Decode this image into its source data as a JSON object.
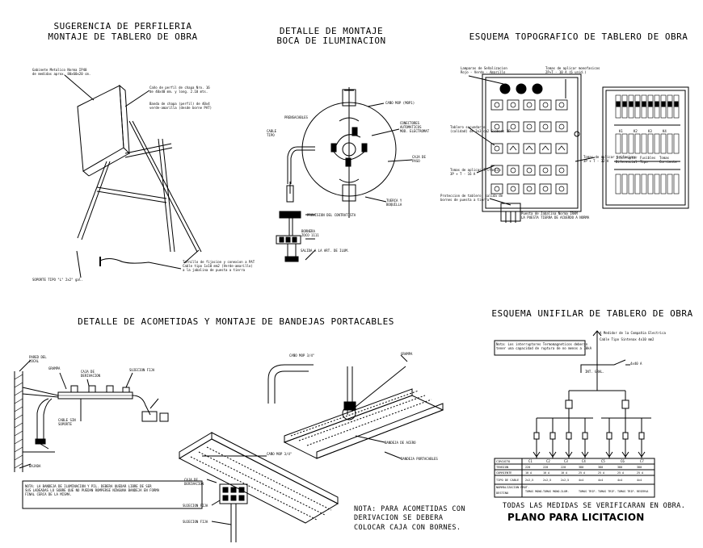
{
  "titles": {
    "perfileria_1": "SUGERENCIA DE PERFILERIA",
    "perfileria_2": "MONTAJE DE TABLERO DE OBRA",
    "montaje_1": "DETALLE DE MONTAJE",
    "montaje_2": "BOCA DE ILUMINACION",
    "topografico": "ESQUEMA TOPOGRAFICO DE TABLERO DE OBRA",
    "acometidas": "DETALLE DE ACOMETIDAS Y MONTAJE DE BANDEJAS PORTACABLES",
    "unifilar": "ESQUEMA UNIFILAR DE TABLERO DE OBRA"
  },
  "notes": {
    "nota": "NOTA: PARA ACOMETIDAS CON\nDERIVACION SE DEBERA\nCOLOCAR CAJA CON BORNES.",
    "medidas": "TODAS LAS MEDIDAS SE VERIFICARAN EN OBRA.",
    "plano": "PLANO PARA LICITACION"
  },
  "labels": {
    "caja_mop": "CAÑO MOP (MOP1)",
    "conectores": "CONECTORES\nAUTOMATICOS\nMOD. ELECTROMAT",
    "cable_tipo": "CABLE\nTIPO",
    "prensacables": "PRENSACABLES",
    "caja_paso": "CAJA DE\nPASO",
    "tuerca": "TUERCA Y\nBOQUILLA",
    "provision": "PROVISION DEL CONTRATISTA",
    "bornera": "BORNERA\nZOCO 1111",
    "salida": "SALIDA A LA ART. DE ILUM.",
    "sujecion": "SUJECION FIJA",
    "bandeja": "BANDEJA PORTACABLES",
    "tubo_mop": "CAÑO MOP 3/4\"",
    "ferreteria": "BANDEJA DE ACERO",
    "pared": "PARED DEL\nLOCAL",
    "grampa": "GRAMPA",
    "bajada": "BAJADA",
    "cable_sin": "CABLE SIN\nSOPORTE",
    "caja_derivacion": "CAJA DE\nDERIVACION",
    "nota_acometida": "NOTA: LA BANDEJA DE ILUMINACION Y PIL. DEBERA QUEDAR LIBRE DE SER\nSUS LADEADAS LO SOBRE QUE NO PUEDAN ROMPERSE NINGUNA BANDEJA EN FORMA\nFINAL CERCA DE LA MISMA.",
    "soporte": "SOPORTE TIPO \"L\" 2x2\" gal.",
    "perfil_nota": "Caño de perfil de chapa Nro. 16\nde 40x40 mm. y long. 2.10 mts.",
    "fijacion": "Tornillo de fijacion y conexion a PAT\nCable tipo 1x10 mm2 (Verde-amarillo)\na la jabalina de puesta a tierra",
    "banda": "Banda de chapa (perfil) de 40x4\nverde-amarilla (desde borne PAT)",
    "tablero_nota": "Gabinete Metalico Norma IP40\nde medidas aprox. 80x60x20 cm.",
    "tablero_sec": "Tablero secundario\n(calidad) de 3x3 cm2 Siemens 3P",
    "tomas_trif": "Tomas de aplicar trifasicos\n3P + T - 32 A",
    "tomas_aplicar": "Tomas de aplicar Trifasico\n3P + T - 16 A",
    "proteccion": "Proteccion de tablero, salida de\nbornes de puesta a tierra",
    "lamparas": "Lamparas de Señalizacion\nRojo - Verde - Amarillo",
    "tomas_mono": "Tomas de aplicar monofasicos\n2P+T - 10 A (6 unid.)",
    "puesta_tierra": "Puesta de Jabalina Norma IRAM\nLA PUESTA TIERRA DE ACUERDO A NORMA",
    "a_medidor": "A Medidor de la Compañia Electrica",
    "cable_tipo_uni": "Cable Tipo Sintenax 4x10 mm2",
    "nota_interruptores": "Nota: Los interruptores Termomagneticos deberan\ntener una capacidad de ruptura de no menos a 10kA",
    "int_general": "INT. GRAL.",
    "tetrapolar": "4x40 A"
  },
  "unifilar_table": {
    "headers": [
      "CIRCUITO",
      "TENSION",
      "CORRIENTE",
      "TIPO DE CABLE",
      "NORMALIZACION PROT.",
      "DESTINO"
    ],
    "cols": [
      "C1",
      "C2",
      "C3",
      "C4",
      "C5",
      "C6",
      "C7"
    ],
    "rows": [
      [
        "220",
        "220",
        "220",
        "380",
        "380",
        "380",
        "380"
      ],
      [
        "10 A",
        "10 A",
        "10 A",
        "25 A",
        "25 A",
        "25 A",
        "25 A"
      ],
      [
        "2x2,5",
        "2x2,5",
        "2x2,5",
        "4x4",
        "4x4",
        "4x4",
        "4x4"
      ],
      [
        "TOMAS MONO.",
        "TOMAS MONO.",
        "ILUM.",
        "TOMAS TRIF.",
        "TOMAS TRIF.",
        "TOMAS TRIF.",
        "RESERVA"
      ]
    ]
  },
  "panel_labels": {
    "int_dif": "Interruptor\nDiferencial",
    "fusibles": "Fusibles\nTipo",
    "tomas": "Tomas\nCorriente",
    "k1": "K1",
    "k2": "K2",
    "k3": "K3",
    "k4": "K4"
  }
}
